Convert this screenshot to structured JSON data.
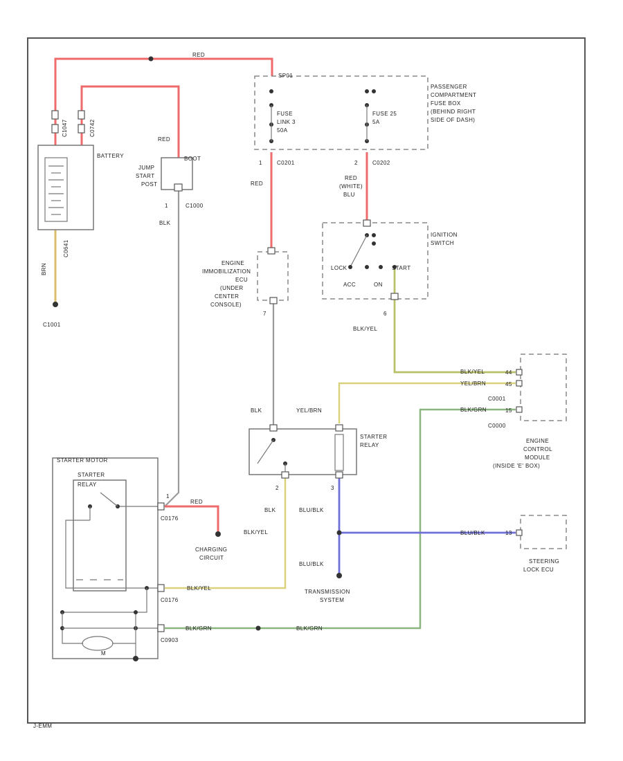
{
  "labels": {
    "red_top": "RED",
    "red_jump": "RED",
    "red_fuse_out": "RED",
    "red_charge": "RED",
    "red_wht_blu": "RED (WHITE) BLU",
    "blk_jump": "BLK",
    "blk_relay": "BLK",
    "blk_relay_out": "BLK",
    "brn": "BRN",
    "blk_yel_ign": "BLK/YEL",
    "blk_yel_ecm": "BLK/YEL",
    "yel_brn_ecm": "YEL/BRN",
    "yel_brn_relay": "YEL/BRN",
    "blk_grn_ecm": "BLK/GRN",
    "blk_grn_bottom": "BLK/GRN",
    "blk_grn_c0": "BLK/GRN",
    "blk_yel_starter": "BLK/YEL",
    "blk_yel_out": "BLK/YEL",
    "blu_blk_relay": "BLU/BLK",
    "blu_blk_trans": "BLU/BLK",
    "blu_blk_steer": "BLU/BLK",
    "battery": "BATTERY",
    "jump_start_post": "JUMP START POST",
    "boot": "BOOT",
    "fuse_box": "PASSENGER COMPARTMENT FUSE BOX (BEHIND RIGHT SIDE OF DASH)",
    "fuse_link": "FUSE LINK 3 50A",
    "fuse_25": "FUSE 25 5A",
    "ignition_switch": "IGNITION SWITCH",
    "ign_lock": "LOCK",
    "ign_acc": "ACC",
    "ign_on": "ON",
    "ign_start": "START",
    "immobilizer": "ENGINE IMMOBILIZATION ECU (UNDER CENTER CONSOLE)",
    "starter_relay": "STARTER RELAY",
    "ecm": "ENGINE CONTROL MODULE (INSIDE 'E' BOX)",
    "steering_lock": "STEERING LOCK ECU",
    "transmission": "TRANSMISSION SYSTEM",
    "starter_motor": "STARTER MOTOR",
    "starter_relay_inner": "STARTER RELAY",
    "charging_circuit": "CHARGING CIRCUIT",
    "motor_m": "M",
    "c_1001": "C1001",
    "c_1000": "C1000",
    "c_sp01": "SP01",
    "c_bat1": "C1047",
    "c_bat2": "C0742",
    "c_batneg": "C0641",
    "c_0201": "C0201",
    "c_0202": "C0202",
    "c_0001": "C0001",
    "c_0000": "C0000",
    "c_0176a": "C0176",
    "c_0176b": "C0176",
    "c_0903": "C0903",
    "pin_1a": "1",
    "pin_1b": "1",
    "pin_1c": "1",
    "pin_2a": "2",
    "pin_2b": "2",
    "pin_3": "3",
    "pin_6": "6",
    "pin_7": "7",
    "pin_44": "44",
    "pin_45": "45",
    "pin_15": "15",
    "pin_13": "13",
    "footer": "J-EMM"
  }
}
